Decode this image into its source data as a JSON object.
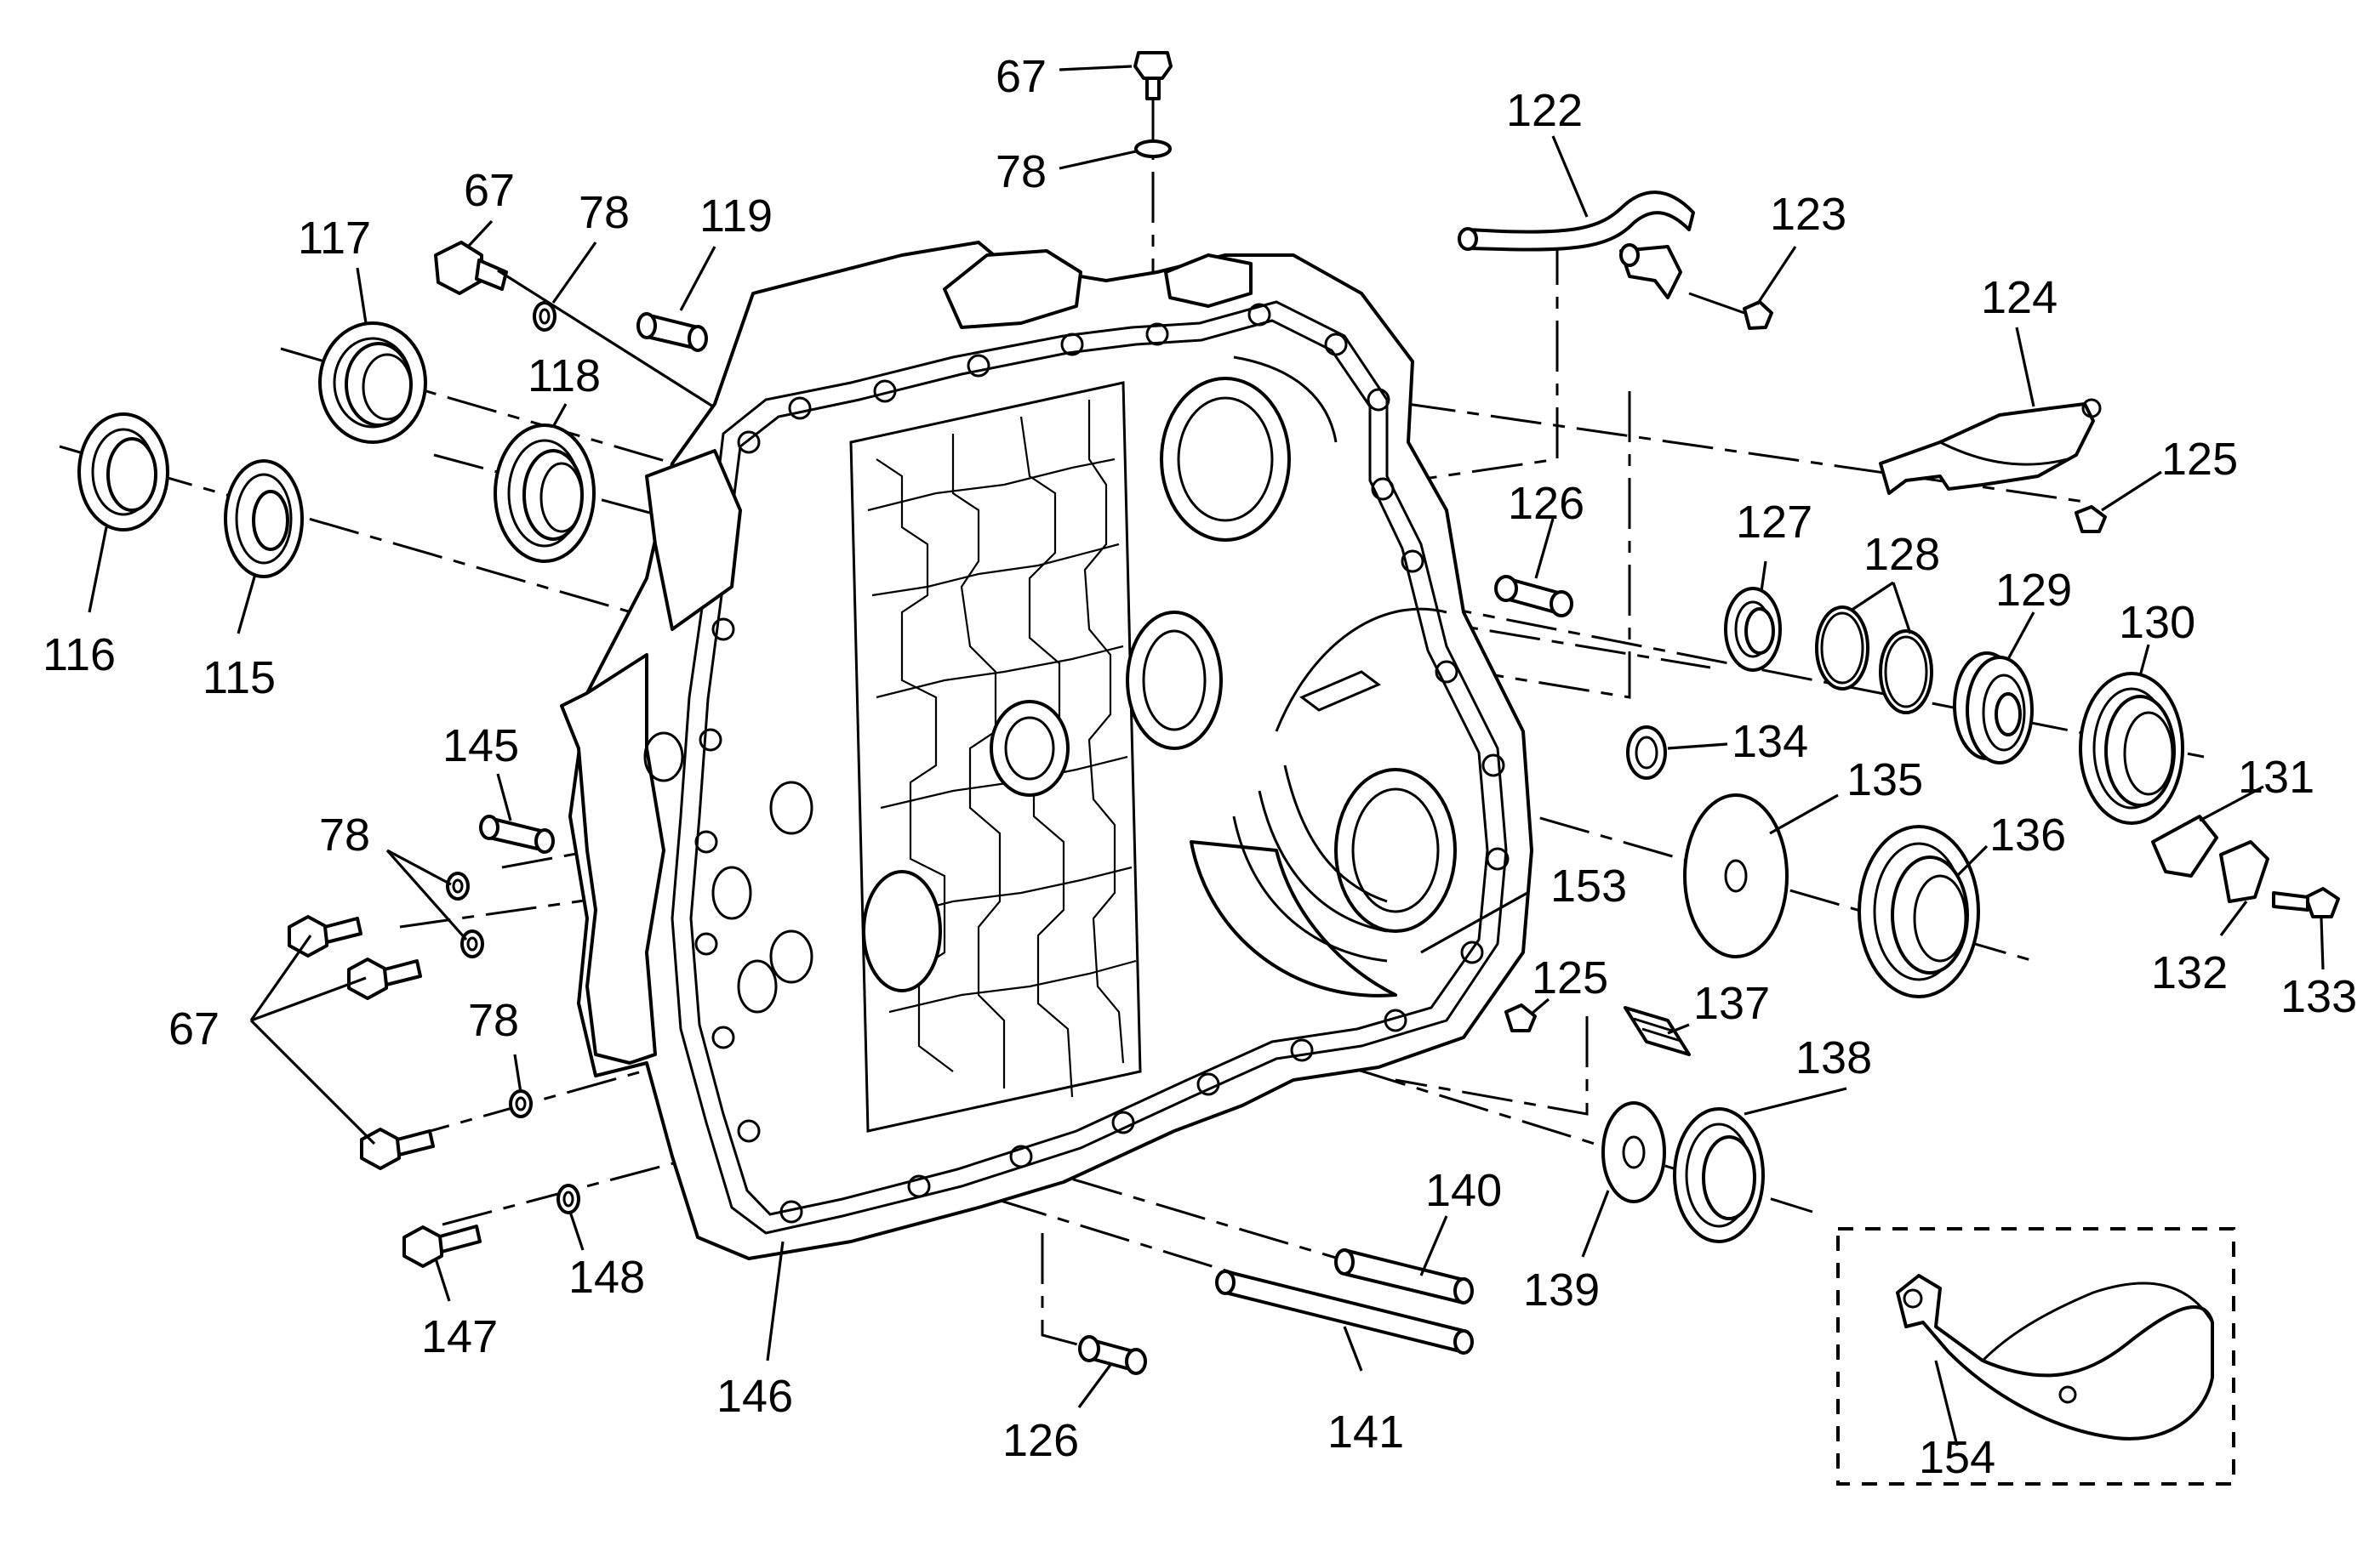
{
  "diagram": {
    "callouts": {
      "c67_top": "67",
      "c78_top": "78",
      "c122": "122",
      "c123": "123",
      "c124": "124",
      "c125_upper": "125",
      "c126_upper": "126",
      "c127": "127",
      "c128": "128",
      "c129": "129",
      "c130": "130",
      "c131": "131",
      "c132": "132",
      "c133": "133",
      "c134": "134",
      "c135": "135",
      "c136": "136",
      "c137": "137",
      "c138": "138",
      "c139": "139",
      "c140": "140",
      "c141": "141",
      "c153": "153",
      "c125_lower": "125",
      "c126_lower": "126",
      "c146": "146",
      "c147": "147",
      "c148": "148",
      "c145": "145",
      "c78_left": "78",
      "c78_left2": "78",
      "c67_left": "67",
      "c67_upperleft": "67",
      "c78_upperleft": "78",
      "c117": "117",
      "c118": "118",
      "c119": "119",
      "c116": "116",
      "c115": "115",
      "c154": "154"
    }
  }
}
